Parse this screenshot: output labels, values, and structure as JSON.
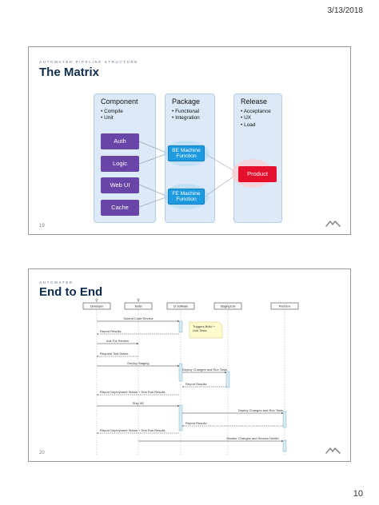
{
  "header": {
    "date": "3/13/2018"
  },
  "footer": {
    "page_number": "10"
  },
  "slide1": {
    "kicker": "AUTOMATED PIPELINE STRUCTURE",
    "title": "The Matrix",
    "number": "19",
    "columns": {
      "component": {
        "title": "Component",
        "items": [
          "• Compile",
          "• Unit"
        ]
      },
      "package": {
        "title": "Package",
        "items": [
          "• Functional",
          "• Integration"
        ]
      },
      "release": {
        "title": "Release",
        "items": [
          "• Acceptance",
          "• UX",
          "• Load"
        ]
      }
    },
    "components": [
      "Auth",
      "Logic",
      "Web UI",
      "Cache"
    ],
    "packages": {
      "be": [
        "BE Machine",
        "Function"
      ],
      "fe": [
        "FE Machine",
        "Function"
      ]
    },
    "release_box": "Product"
  },
  "slide2": {
    "kicker": "AUTOMATED",
    "title": "End to End",
    "number": "20",
    "actors": [
      "Developer",
      "Tester",
      "CI Software",
      "Staging Env",
      "Prod Env"
    ],
    "note": [
      "Triggers Build +",
      "Unit Tests"
    ],
    "messages": {
      "m1": "Submit Code Review",
      "m2": "Report Results",
      "m3": "Ask For Review",
      "m4": "Request Test Suites",
      "m5": "Deploy Staging",
      "m6": "Deploy Changes and Run Tests",
      "m7": "Report Results",
      "m8": "Report Deployment Status + Test Run Results",
      "m9": "Ship It!!!",
      "m10": "Deploy Changes and Run Tests",
      "m11": "Report Results",
      "m12": "Report Deployment Status + Test Run Results",
      "m13": "Monitor Changes and Service Health"
    }
  }
}
